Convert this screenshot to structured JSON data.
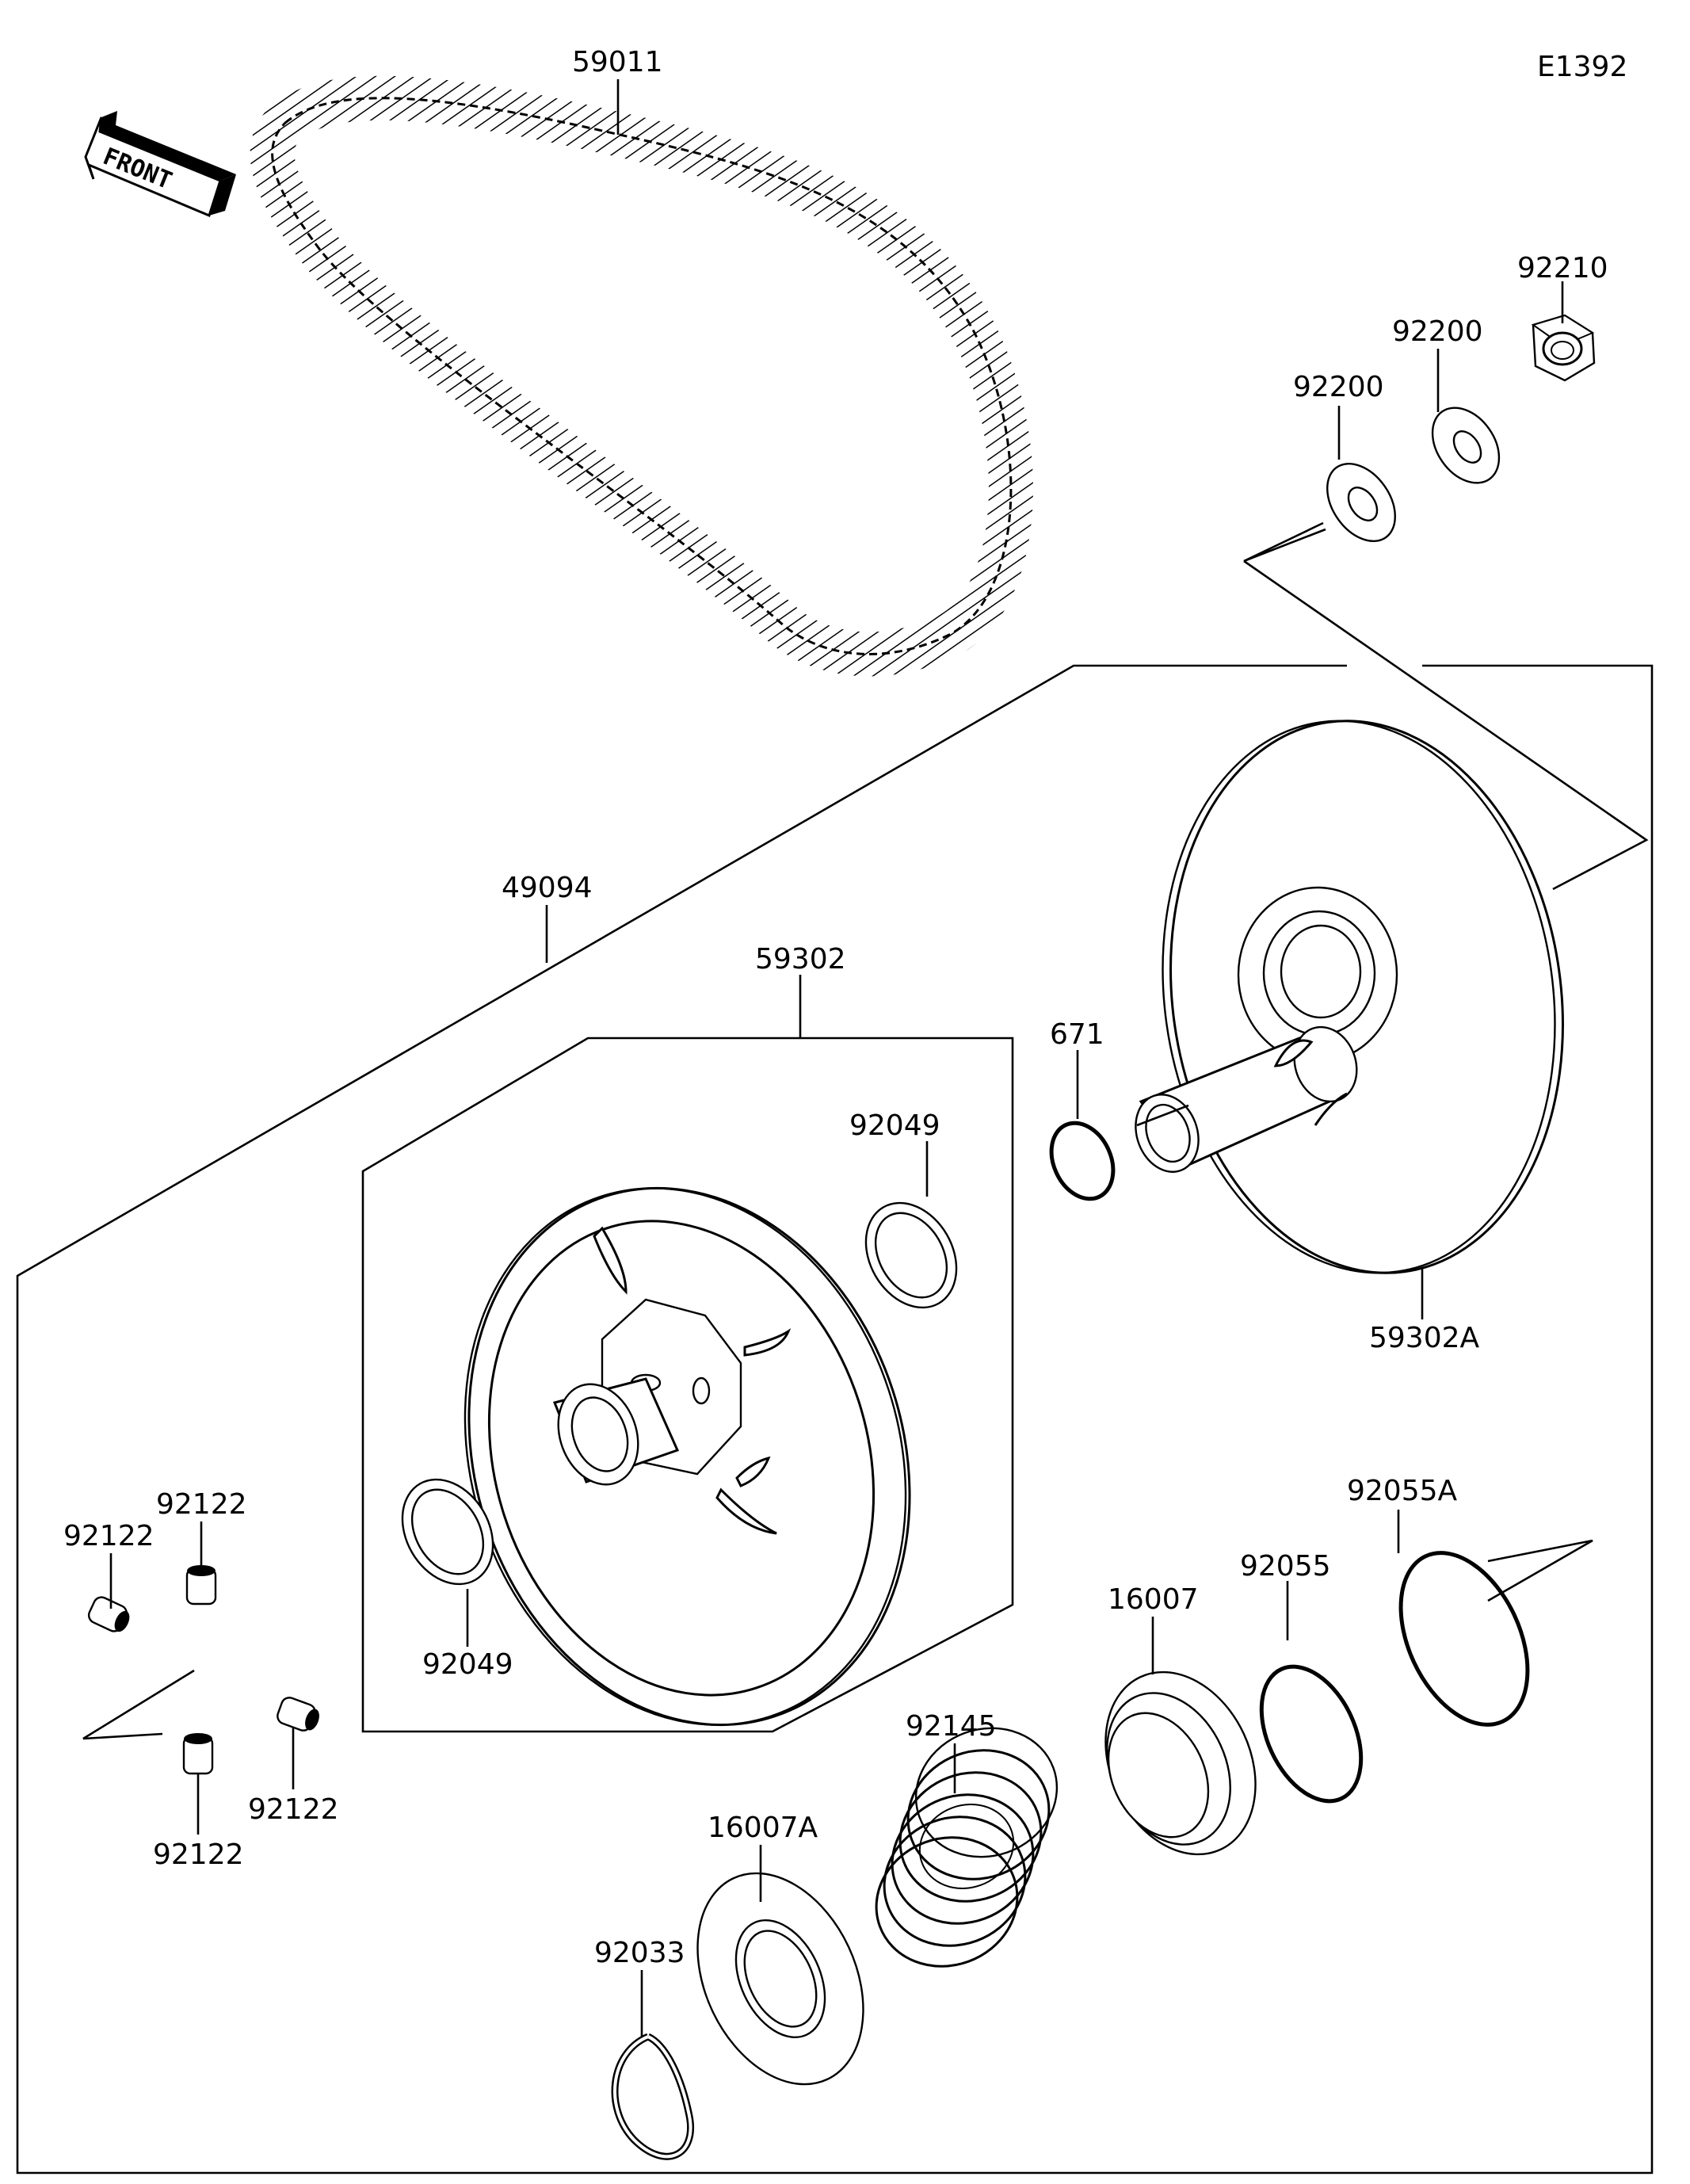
{
  "diagram_id": "E1392",
  "front_label": "FRONT",
  "labels": {
    "p59011": "59011",
    "p92210": "92210",
    "p92200a": "92200",
    "p92200b": "92200",
    "p49094": "49094",
    "p59302": "59302",
    "p671": "671",
    "p92049a": "92049",
    "p92049b": "92049",
    "p59302A": "59302A",
    "p92122a": "92122",
    "p92122b": "92122",
    "p92122c": "92122",
    "p92122d": "92122",
    "p92055A": "92055A",
    "p92055": "92055",
    "p16007": "16007",
    "p92145": "92145",
    "p16007A": "16007A",
    "p92033": "92033"
  }
}
